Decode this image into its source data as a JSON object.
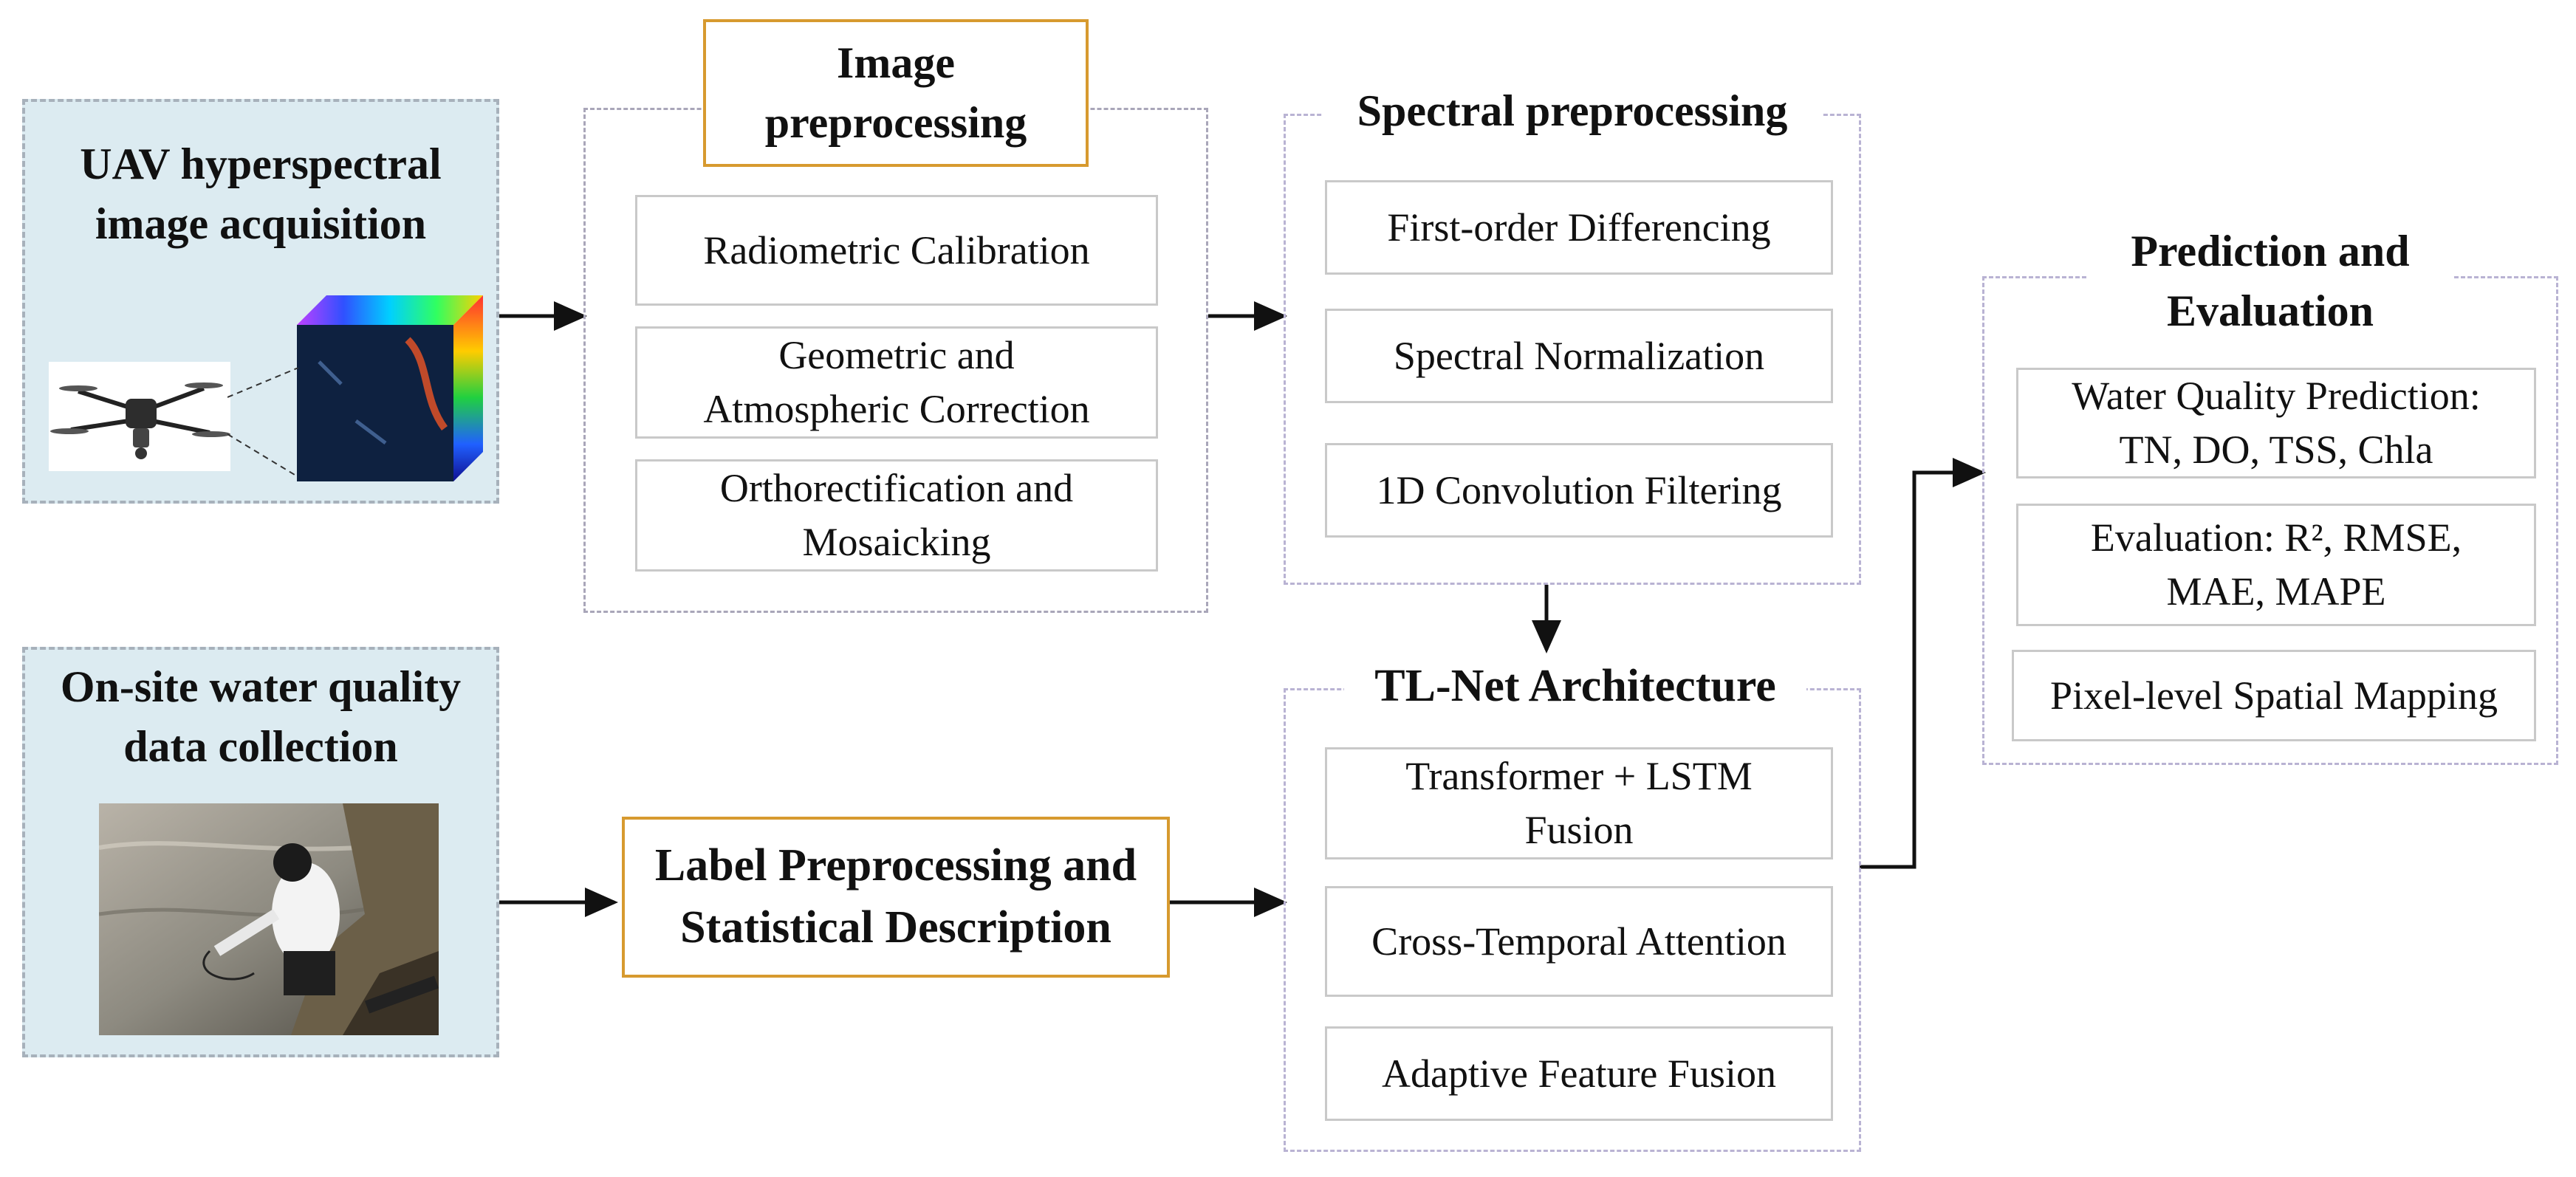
{
  "left": {
    "uav_title": "UAV hyperspectral\nimage acquisition",
    "onsite_title": "On-site water quality\ndata collection"
  },
  "image_preprocessing": {
    "title": "Image\npreprocessing",
    "steps": [
      "Radiometric Calibration",
      "Geometric and\nAtmospheric Correction",
      "Orthorectification and\nMosaicking"
    ]
  },
  "spectral_preprocessing": {
    "title": "Spectral preprocessing",
    "steps": [
      "First-order Differencing",
      "Spectral Normalization",
      "1D Convolution Filtering"
    ]
  },
  "label_preprocessing": {
    "title": "Label Preprocessing and\nStatistical Description"
  },
  "tlnet": {
    "title": "TL-Net Architecture",
    "steps": [
      "Transformer + LSTM\nFusion",
      "Cross-Temporal Attention",
      "Adaptive Feature Fusion"
    ]
  },
  "prediction": {
    "title": "Prediction and\nEvaluation",
    "steps": [
      "Water Quality Prediction:\nTN, DO, TSS, Chla",
      "Evaluation: R², RMSE,\nMAE, MAPE",
      "Pixel-level Spatial Mapping"
    ]
  },
  "colors": {
    "blue_panel": "#dcebf1",
    "orange_border": "#d79a2f",
    "step_border": "#c9c9c9"
  }
}
